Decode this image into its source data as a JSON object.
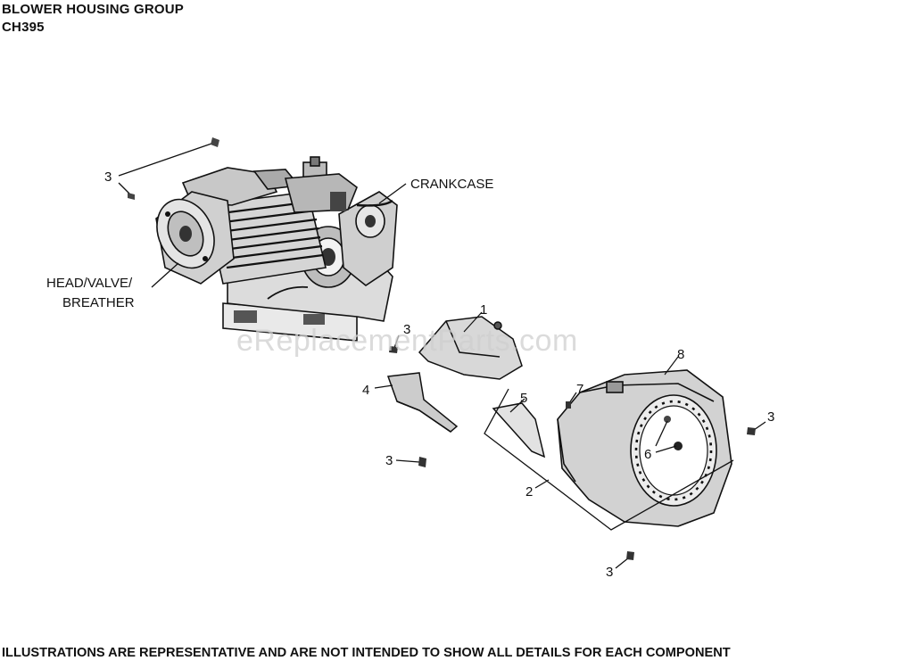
{
  "header": {
    "title": "BLOWER HOUSING GROUP",
    "model": "CH395"
  },
  "labels": {
    "crankcase": "CRANKCASE",
    "head_line1": "HEAD/VALVE/",
    "head_line2": "BREATHER"
  },
  "callouts": {
    "screw_top": "3",
    "part_1": "1",
    "screw_mid": "3",
    "part_4": "4",
    "part_5": "5",
    "part_7": "7",
    "part_8": "8",
    "screw_right": "3",
    "part_6": "6",
    "screw_left_low": "3",
    "part_2": "2",
    "screw_bottom": "3"
  },
  "watermark": "eReplacementParts.com",
  "footer": "ILLUSTRATIONS ARE REPRESENTATIVE AND ARE NOT INTENDED TO SHOW ALL DETAILS FOR EACH COMPONENT"
}
